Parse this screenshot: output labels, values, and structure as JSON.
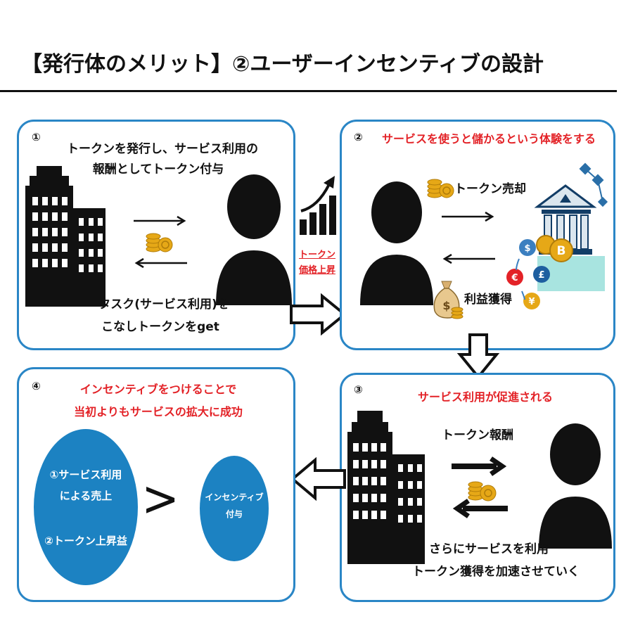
{
  "title": "【発行体のメリット】②ユーザーインセンティブの設計",
  "panels": [
    {
      "num": "①",
      "heading_line1": "トークンを発行し、サービス利用の",
      "heading_line2": "報酬としてトークン付与",
      "caption_line1": "タスク(サービス利用)を",
      "caption_line2": "こなしトークンをget"
    },
    {
      "num": "②",
      "heading": "サービスを使うと儲かるという体験をする",
      "sell_label": "トークン売却",
      "profit_label": "利益獲得"
    },
    {
      "num": "③",
      "heading": "サービス利用が促進される",
      "reward_label": "トークン報酬",
      "caption_line1": "さらにサービスを利用",
      "caption_line2": "トークン獲得を加速させていく"
    },
    {
      "num": "④",
      "heading_line1": "インセンティブをつけることで",
      "heading_line2": "当初よりもサービスの拡大に成功",
      "big_circle_line1": "①サービス利用",
      "big_circle_line2": "による売上",
      "big_circle_line3": "②トークン上昇益",
      "comparator": ">",
      "small_circle_line1": "インセンティブ",
      "small_circle_line2": "付与"
    }
  ],
  "price_rise_line1": "トークン",
  "price_rise_line2": "価格上昇",
  "colors": {
    "accent_blue": "#2a86c6",
    "circle_blue": "#1c82c2",
    "highlight_red": "#e32227",
    "coin_gold": "#e6a817",
    "bank_teal": "#a8e4e0"
  }
}
